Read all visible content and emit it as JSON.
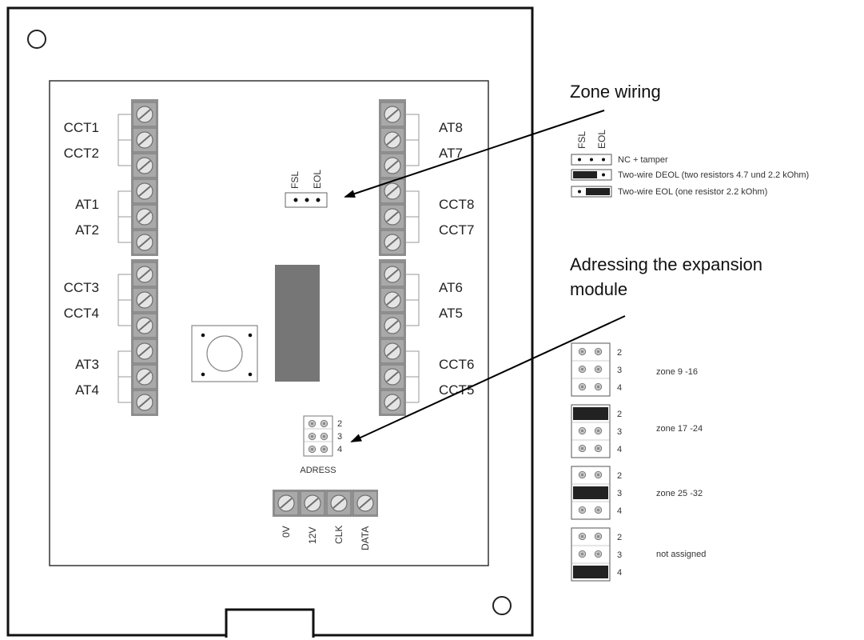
{
  "board": {
    "left_terminals": [
      [
        "CCT1",
        "CCT2",
        "AT1",
        "AT2"
      ],
      [
        "CCT3",
        "CCT4",
        "AT3",
        "AT4"
      ]
    ],
    "right_terminals": [
      [
        "AT8",
        "AT7",
        "CCT8",
        "CCT7"
      ],
      [
        "AT6",
        "AT5",
        "CCT6",
        "CCT5"
      ]
    ],
    "jumper_top_labels": [
      "FSL",
      "EOL"
    ],
    "address_pins": [
      "2",
      "3",
      "4"
    ],
    "address_label": "ADRESS",
    "bus_terminals": [
      "0V",
      "12V",
      "CLK",
      "DATA"
    ]
  },
  "annotations": {
    "zone_wiring": "Zone wiring",
    "addressing_line1": "Adressing the expansion",
    "addressing_line2": "module"
  },
  "zone_wiring_legend": {
    "header": [
      "FSL",
      "EOL"
    ],
    "rows": [
      {
        "text": "NC + tamper"
      },
      {
        "text": "Two-wire DEOL (two resistors 4.7 und 2.2 kOhm)"
      },
      {
        "text": "Two-wire EOL (one resistor 2.2 kOhm)"
      }
    ]
  },
  "address_legend": {
    "pins": [
      "2",
      "3",
      "4"
    ],
    "rows": [
      {
        "label": "zone 9 -16",
        "jumper_pin": null
      },
      {
        "label": "zone 17 -24",
        "jumper_pin": "2"
      },
      {
        "label": "zone 25 -32",
        "jumper_pin": "3"
      },
      {
        "label": "not assigned",
        "jumper_pin": "4"
      }
    ]
  }
}
